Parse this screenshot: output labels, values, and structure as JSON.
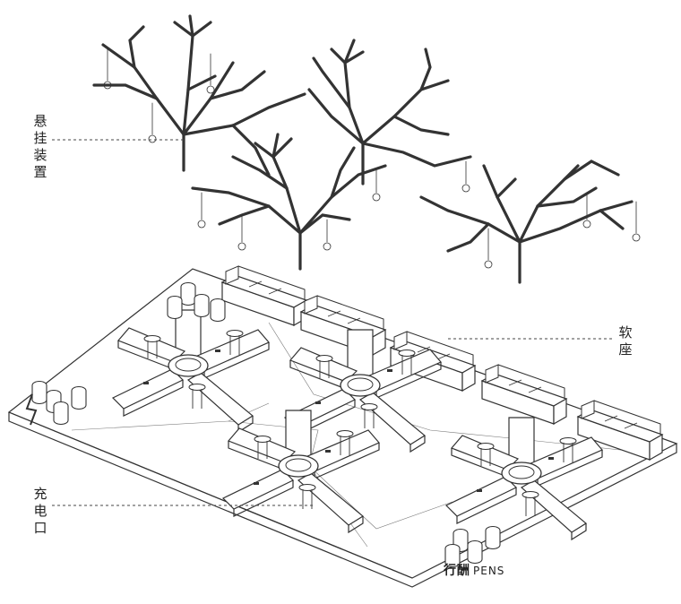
{
  "labels": {
    "hanging": [
      "悬",
      "挂",
      "装",
      "置"
    ],
    "sofa": [
      "软",
      "座"
    ],
    "charging": [
      "充",
      "电",
      "口"
    ]
  },
  "logo": {
    "cn": "行酬",
    "en": "PENS"
  },
  "colors": {
    "line": "#333333",
    "fill": "#ffffff",
    "leader": "#444444"
  },
  "icons": {
    "tree": "branching-tree-sculpture",
    "sofa": "sofa-block",
    "star-table": "five-arm-star-table",
    "stool": "cylinder-stool"
  }
}
